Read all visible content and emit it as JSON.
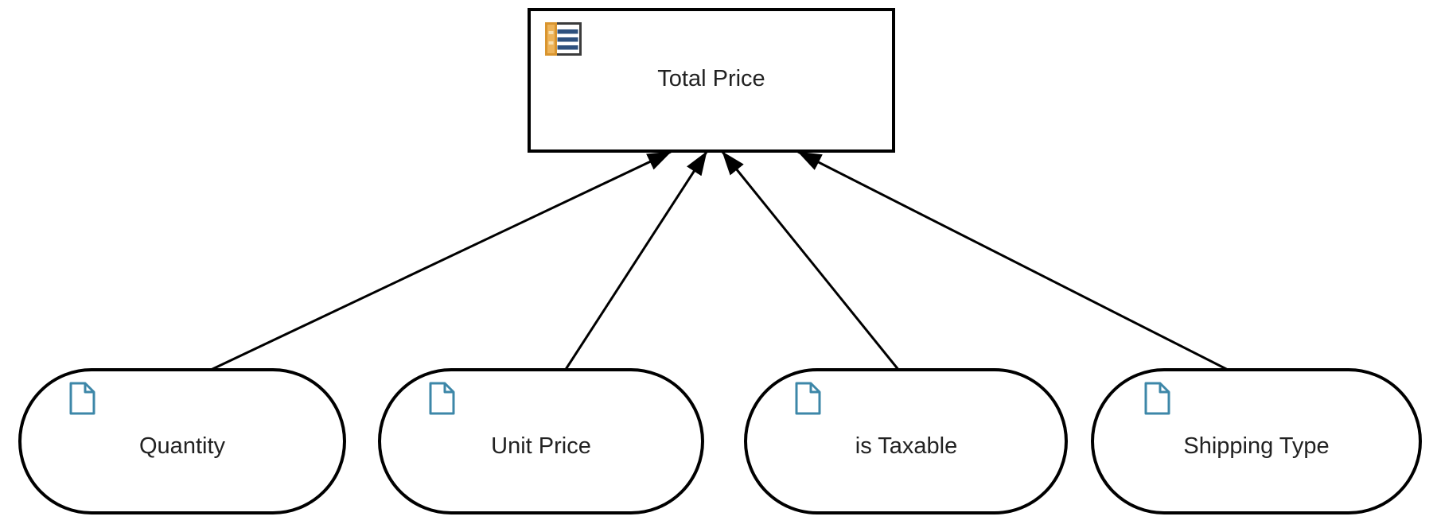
{
  "diagram": {
    "kind": "decision-requirements-diagram",
    "decision": {
      "label": "Total Price",
      "icon": "decision-table-icon"
    },
    "inputs": [
      {
        "label": "Quantity",
        "icon": "document-icon"
      },
      {
        "label": "Unit Price",
        "icon": "document-icon"
      },
      {
        "label": "is Taxable",
        "icon": "document-icon"
      },
      {
        "label": "Shipping Type",
        "icon": "document-icon"
      }
    ],
    "connections": [
      {
        "from": "Quantity",
        "to": "Total Price",
        "style": "solid-arrow"
      },
      {
        "from": "Unit Price",
        "to": "Total Price",
        "style": "solid-arrow"
      },
      {
        "from": "is Taxable",
        "to": "Total Price",
        "style": "solid-arrow"
      },
      {
        "from": "Shipping Type",
        "to": "Total Price",
        "style": "solid-arrow"
      }
    ],
    "colors": {
      "background": "#ffffff",
      "shape_stroke": "#000000",
      "label_text": "#222222",
      "document_icon": "#3d87a8",
      "table_icon_frame": "#3b3b3b",
      "table_icon_orange": "#d9952f",
      "table_icon_orange_fill": "#eeb45a",
      "table_icon_orange_light": "#f8e0b0",
      "table_icon_blue": "#2e517e"
    }
  }
}
